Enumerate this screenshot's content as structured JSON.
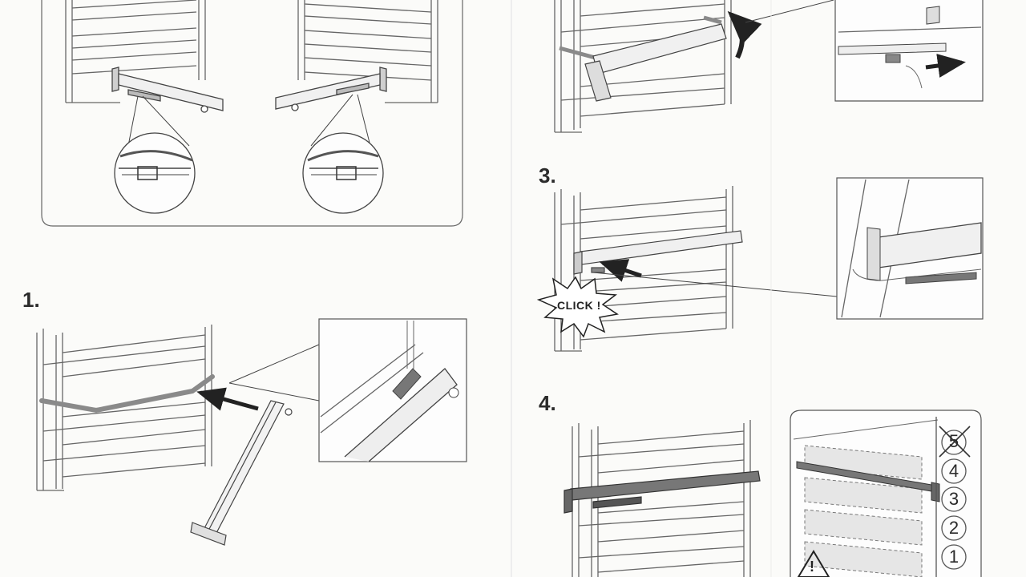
{
  "steps": {
    "one": "1.",
    "three": "3.",
    "four": "4."
  },
  "click_label": "CLICK !",
  "positions": [
    "5",
    "4",
    "3",
    "2",
    "1"
  ],
  "warning_mark": "!",
  "colors": {
    "line": "#555555",
    "rail_gray": "#8a8a8a",
    "rail_dark": "#6b6b6b",
    "panel_border": "#666666",
    "background": "#fbfbf9"
  },
  "icons": [
    "rotate-arrow-icon",
    "pull-arrow-icon",
    "push-arrow-icon",
    "click-burst-icon",
    "warning-triangle-icon",
    "crossed-circle-icon"
  ]
}
